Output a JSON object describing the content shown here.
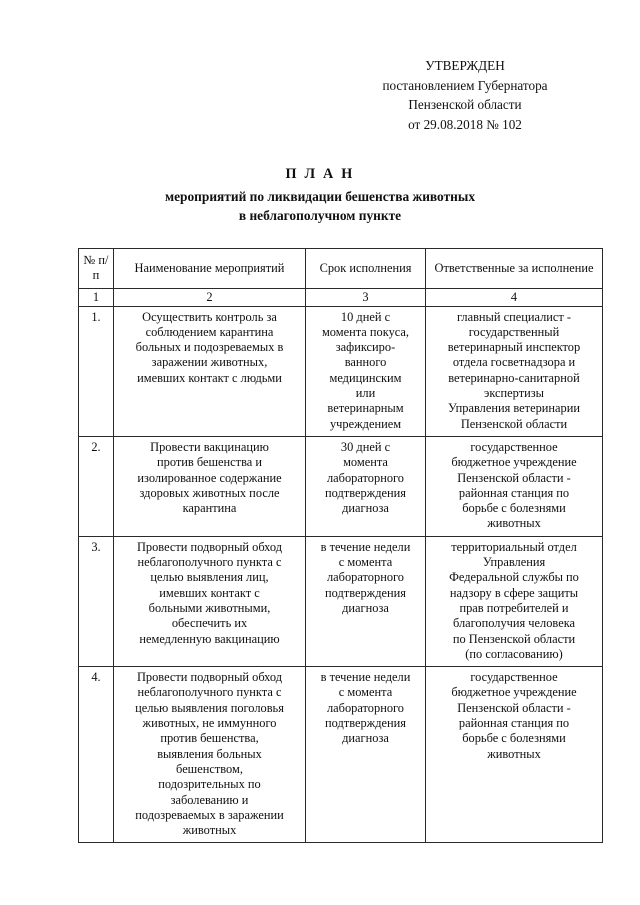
{
  "document": {
    "approval": {
      "lines": [
        "УТВЕРЖДЕН",
        "постановлением  Губернатора",
        "Пензенской области",
        "от 29.08.2018 № 102"
      ]
    },
    "title": {
      "main": "П Л А Н",
      "sub_line_1": "мероприятий по ликвидации бешенства животных",
      "sub_line_2": "в неблагополучном пункте"
    },
    "table": {
      "headers": [
        {
          "line1": "№",
          "line2": "п/п"
        },
        {
          "line1": "Наименование",
          "line2": "мероприятий"
        },
        {
          "line1": "Срок",
          "line2": "исполнения"
        },
        {
          "line1": "Ответственные",
          "line2": "за исполнение"
        }
      ],
      "column_numbers": [
        "1",
        "2",
        "3",
        "4"
      ],
      "rows": [
        {
          "num": "1.",
          "measure": [
            "Осуществить контроль за",
            "соблюдением карантина",
            "больных и подозреваемых в",
            "заражении животных,",
            "имевших контакт с людьми"
          ],
          "deadline": [
            "10 дней с",
            "момента покуса,",
            "зафиксиро-",
            "ванного",
            "медицинским",
            "или",
            "ветеринарным",
            "учреждением"
          ],
          "responsible": [
            "главный специалист -",
            "государственный",
            "ветеринарный инспектор",
            "отдела госветнадзора и",
            "ветеринарно-санитарной",
            "экспертизы",
            "Управления ветеринарии",
            "Пензенской области"
          ]
        },
        {
          "num": "2.",
          "measure": [
            "Провести вакцинацию",
            "против бешенства и",
            "изолированное содержание",
            "здоровых животных после",
            "карантина"
          ],
          "deadline": [
            "30 дней с",
            "момента",
            "лабораторного",
            "подтверждения",
            "диагноза"
          ],
          "responsible": [
            "государственное",
            "бюджетное учреждение",
            "Пензенской области -",
            "районная станция по",
            "борьбе с болезнями",
            "животных"
          ]
        },
        {
          "num": "3.",
          "measure": [
            "Провести подворный обход",
            "неблагополучного пункта с",
            "целью выявления лиц,",
            "имевших контакт с",
            "больными животными,",
            "обеспечить их",
            "немедленную вакцинацию"
          ],
          "deadline": [
            "в течение недели",
            "с момента",
            "лабораторного",
            "подтверждения",
            "диагноза"
          ],
          "responsible": [
            "территориальный отдел",
            "Управления",
            "Федеральной службы по",
            "надзору в сфере защиты",
            "прав потребителей и",
            "благополучия человека",
            "по Пензенской области",
            "(по согласованию)"
          ]
        },
        {
          "num": "4.",
          "measure": [
            "Провести подворный обход",
            "неблагополучного пункта с",
            "целью выявления поголовья",
            "животных, не иммунного",
            "против бешенства,",
            "выявления больных",
            "бешенством,",
            "подозрительных по",
            "заболеванию и",
            "подозреваемых в заражении",
            "животных"
          ],
          "deadline": [
            "в течение недели",
            "с момента",
            "лабораторного",
            "подтверждения",
            "диагноза"
          ],
          "responsible": [
            "государственное",
            "бюджетное учреждение",
            "Пензенской области -",
            "районная станция по",
            "борьбе с болезнями",
            "животных"
          ]
        }
      ]
    }
  }
}
